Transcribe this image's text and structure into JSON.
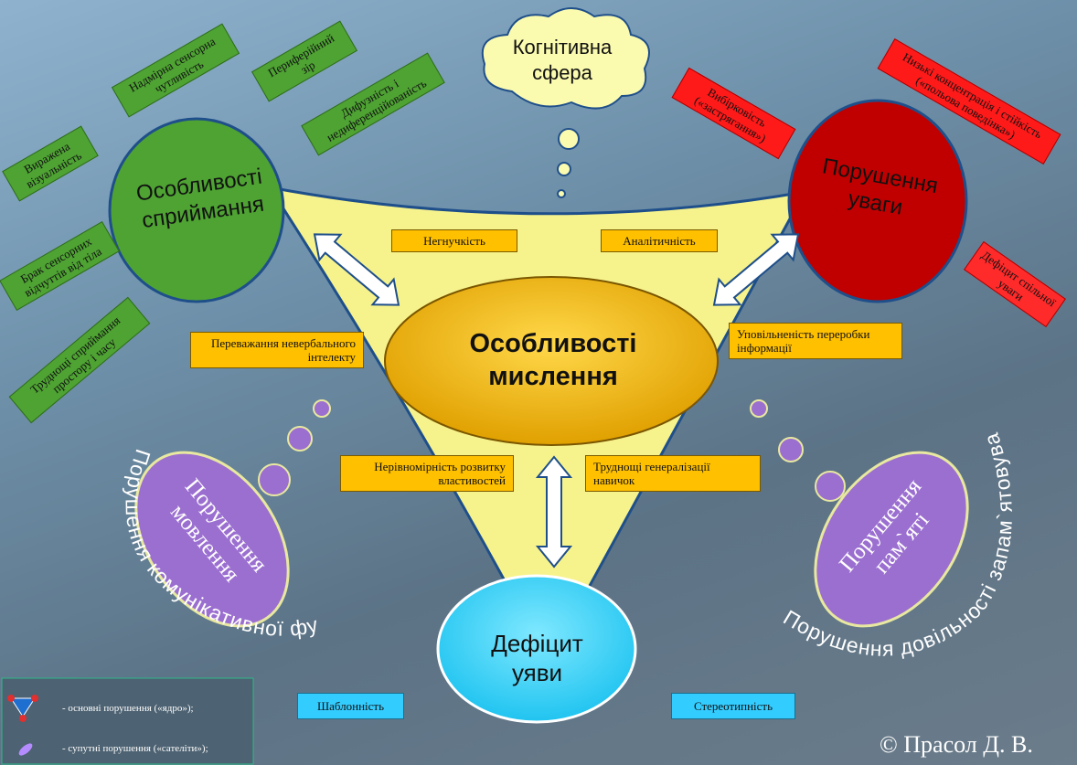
{
  "cognitive_cloud": "Когнітивна сфера",
  "perception": {
    "title": "Особливості сприймання",
    "items": [
      "Надмірна сенсорна чутливість",
      "Периферійний зір",
      "Дифузність і недиференційованість",
      "Виражена візуальність",
      "Брак сенсорних відчуттів від тіла",
      "Труднощі сприймання простору і часу"
    ]
  },
  "attention": {
    "title": "Порушення уваги",
    "items": [
      "Вибірковість («застрягання»)",
      "Низькі концентрація і стійкість («польова поведінка»)",
      "Дефіцит спільної уваги"
    ]
  },
  "thinking": {
    "title": "Особливості мислення",
    "items": [
      "Негнучкість",
      "Аналітичність",
      "Переважання невербального інтелекту",
      "Уповільненість переробки інформації",
      "Нерівномірність розвитку властивостей",
      "Труднощі генералізації навичок"
    ]
  },
  "imagination": {
    "title": "Дефіцит уяви",
    "items": [
      "Шаблонність",
      "Стереотипність"
    ]
  },
  "speech": {
    "title": "Порушення мовлення",
    "arc": "Порушення комунікативної функції"
  },
  "memory": {
    "title": "Порушення пам`яті",
    "arc": "Порушення довільності запам`ятовування"
  },
  "legend": {
    "core": "- основні порушення («ядро»);",
    "satellite": "- супутні порушення («сателіти»);"
  },
  "copyright": "© Прасол Д. В.",
  "colors": {
    "green": "#4ea333",
    "red": "#c00000",
    "yellow": "#ffc000",
    "cyan": "#33ccff",
    "purple": "#9b6fd0",
    "triangle": "#f7f38c"
  }
}
